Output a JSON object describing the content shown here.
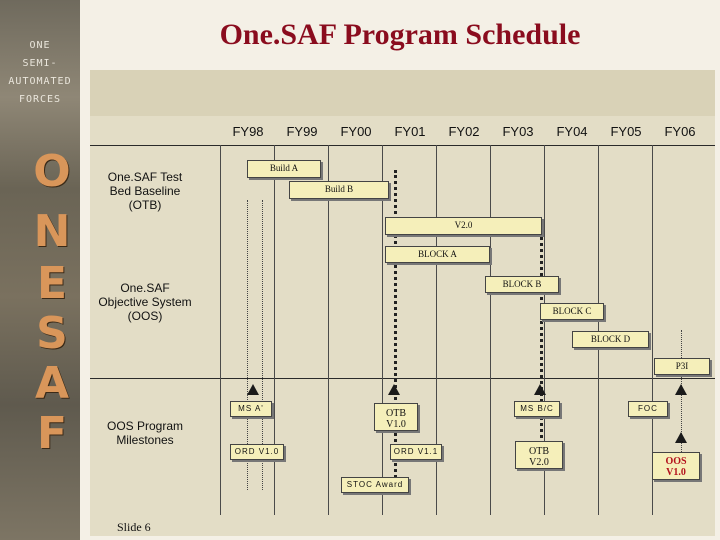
{
  "title": "One.SAF Program Schedule",
  "sidebar": {
    "brand_lines": [
      "ONE",
      "SEMI-",
      "AUTOMATED",
      "FORCES"
    ],
    "big_letters": [
      "O",
      "N",
      "E",
      "S",
      "A",
      "F"
    ]
  },
  "fiscal_years": [
    "FY98",
    "FY99",
    "FY00",
    "FY01",
    "FY02",
    "FY03",
    "FY04",
    "FY05",
    "FY06"
  ],
  "sections": {
    "otb": "One.SAF Test Bed Baseline (OTB)",
    "oos": "One.SAF Objective System (OOS)",
    "milestones": "OOS Program Milestones"
  },
  "bars": {
    "build_a": "Build A",
    "build_b": "Build B",
    "v20": "V2.0",
    "block_a": "BLOCK A",
    "block_b": "BLOCK B",
    "block_c": "BLOCK C",
    "block_d": "BLOCK D",
    "psi": "P3I"
  },
  "milestones": {
    "ms_a": "MS A'",
    "ord_v10": "ORD V1.0",
    "otb_v10": "OTB V1.0",
    "ord_v11": "ORD V1.1",
    "stoc_award": "STOC Award",
    "ms_bc": "MS B/C",
    "otb_v20": "OTB V2.0",
    "foc": "FOC",
    "oos_v10": "OOS V1.0"
  },
  "footer": {
    "slide": "Slide 6"
  },
  "colors": {
    "title": "#8a0c1e",
    "bar_fill": "#f5efba",
    "panel": "#e3ddc6",
    "red_text": "#b3111c"
  }
}
